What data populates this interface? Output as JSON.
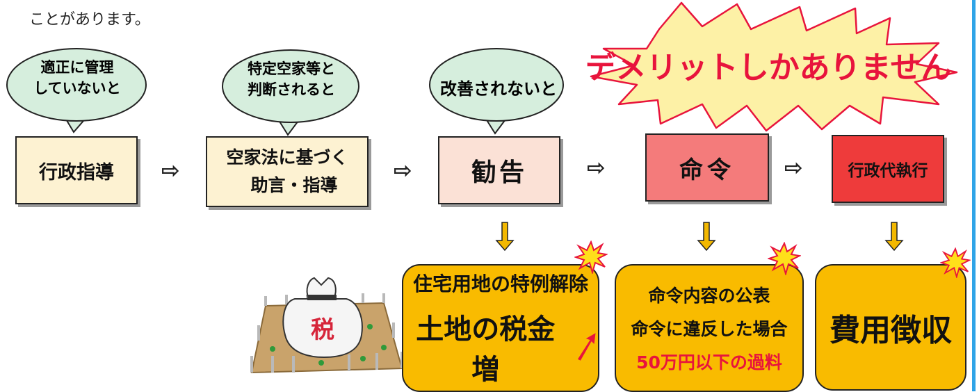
{
  "intro": "ことがあります。",
  "banner": "デメリットしかありません",
  "bubbles": {
    "b1": "適正に管理\nしていないと",
    "b2": "特定空家等と\n判断されると",
    "b3": "改善されないと"
  },
  "steps": {
    "s1": "行政指導",
    "s2_line1": "空家法に基づく",
    "s2_line2": "助言・指導",
    "s3": "勧告",
    "s4": "命令",
    "s5": "行政代執行"
  },
  "arrow_right": "⇨",
  "tax_bag_label": "税",
  "results": {
    "r1_line1": "住宅用地の特例解除",
    "r1_line2": "土地の税金増",
    "r2_line1": "命令内容の公表",
    "r2_line2": "命令に違反した場合",
    "r2_line3": "50万円以下の過料",
    "r3": "費用徴収"
  },
  "colors": {
    "bubble_fill": "#d6eedd",
    "banner_fill": "#fdf1a6",
    "banner_text": "#e8143c",
    "result_fill": "#f9bb00",
    "down_arrow": "#f3b800",
    "fine_text": "#e8143c",
    "accent_rule": "#2fa4e7"
  }
}
